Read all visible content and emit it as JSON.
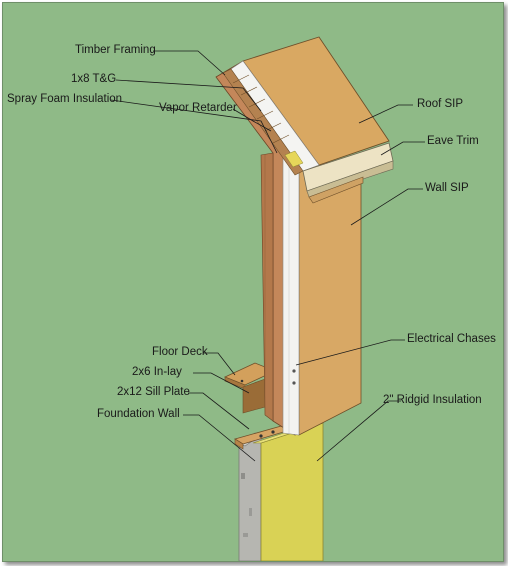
{
  "labels": {
    "timber_framing": "Timber Framing",
    "t_and_g": "1x8 T&G",
    "spray_foam": "Spray Foam Insulation",
    "vapor_retarder": "Vapor Retarder",
    "roof_sip": "Roof SIP",
    "eave_trim": "Eave Trim",
    "wall_sip": "Wall SIP",
    "electrical_chases": "Electrical Chases",
    "floor_deck": "Floor Deck",
    "inlay": "2x6 In-lay",
    "sill_plate": "2x12 Sill Plate",
    "foundation_wall": "Foundation Wall",
    "rigid_insulation": "2\" Ridgid Insulation"
  },
  "colors": {
    "background": "#8fba87",
    "osb": "#d9a55e",
    "foam": "#f2f2f0",
    "timber": "#c98a57",
    "concrete": "#b9b9b4",
    "rigid_insulation": "#d8cf52"
  }
}
